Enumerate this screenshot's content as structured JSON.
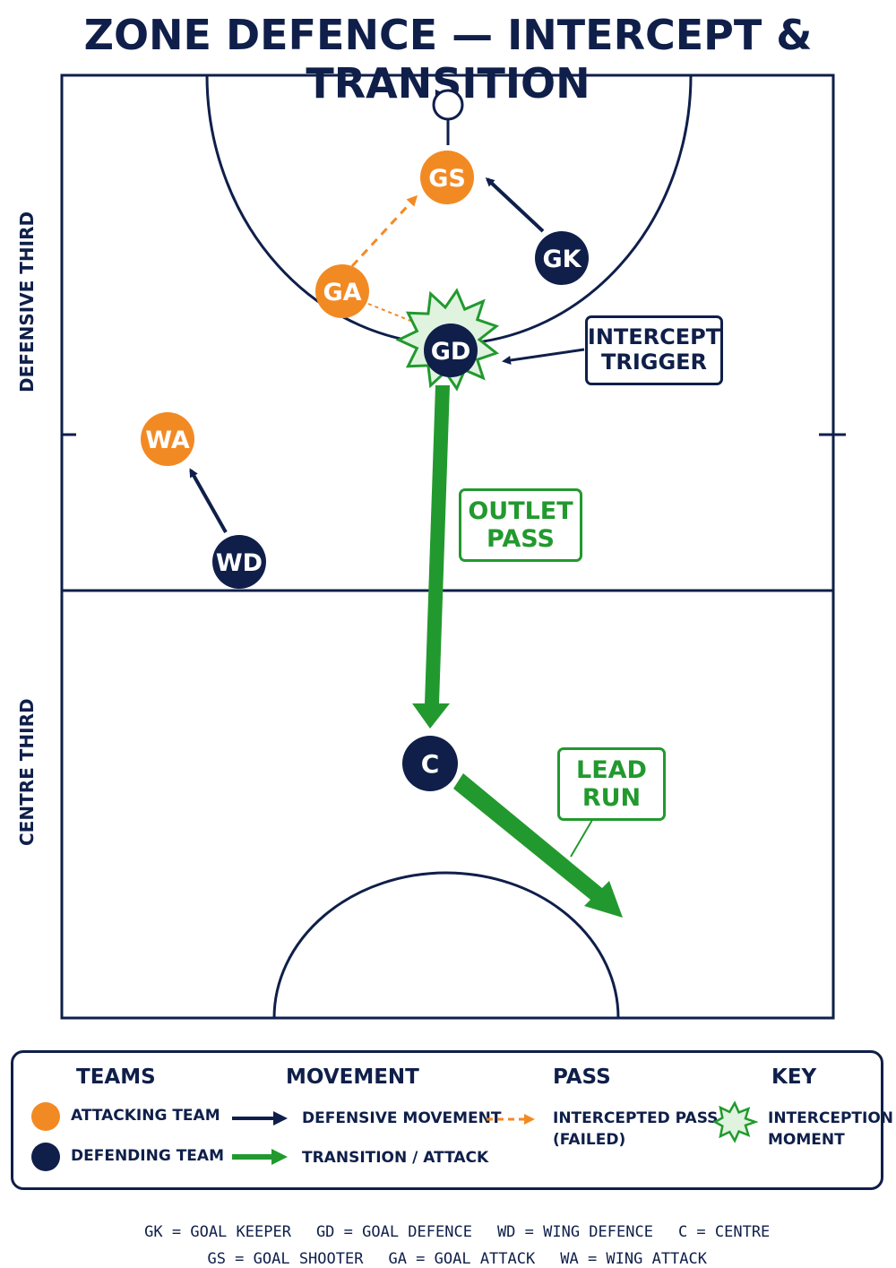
{
  "title": "ZONE DEFENCE — INTERCEPT & TRANSITION",
  "zones": {
    "defensive": "DEFENSIVE THIRD",
    "centre": "CENTRE THIRD"
  },
  "players": [
    {
      "id": "GS",
      "label": "GS",
      "team": "attacking"
    },
    {
      "id": "GA",
      "label": "GA",
      "team": "attacking"
    },
    {
      "id": "WA",
      "label": "WA",
      "team": "attacking"
    },
    {
      "id": "GK",
      "label": "GK",
      "team": "defending"
    },
    {
      "id": "GD",
      "label": "GD",
      "team": "defending"
    },
    {
      "id": "WD",
      "label": "WD",
      "team": "defending"
    },
    {
      "id": "C",
      "label": "C",
      "team": "defending"
    }
  ],
  "callouts": {
    "intercept": [
      "INTERCEPT",
      "TRIGGER"
    ],
    "outlet": [
      "OUTLET",
      "PASS"
    ],
    "lead": [
      "LEAD",
      "RUN"
    ]
  },
  "legend": {
    "teams": {
      "heading": "TEAMS",
      "attacking": "ATTACKING TEAM",
      "defending": "DEFENDING TEAM"
    },
    "movement": {
      "heading": "MOVEMENT",
      "defensive": "DEFENSIVE MOVEMENT",
      "transition": "TRANSITION / ATTACK"
    },
    "pass": {
      "heading": "PASS",
      "intercepted": [
        "INTERCEPTED PASS",
        "(FAILED)"
      ]
    },
    "key": {
      "heading": "KEY",
      "interception": [
        "INTERCEPTION",
        "MOMENT"
      ]
    }
  },
  "abbreviations": {
    "row1": [
      "GK = GOAL KEEPER",
      "GD = GOAL DEFENCE",
      "WD = WING DEFENCE",
      "C = CENTRE"
    ],
    "row2": [
      "GS = GOAL SHOOTER",
      "GA = GOAL ATTACK",
      "WA = WING ATTACK"
    ]
  },
  "colors": {
    "navy": "#0f1f4a",
    "orange": "#f28a24",
    "green": "#22992e",
    "burst_fill": "#dff3df"
  },
  "icons": {
    "burst": "interception-burst-icon",
    "goal_ring": "goal-ring-icon"
  }
}
